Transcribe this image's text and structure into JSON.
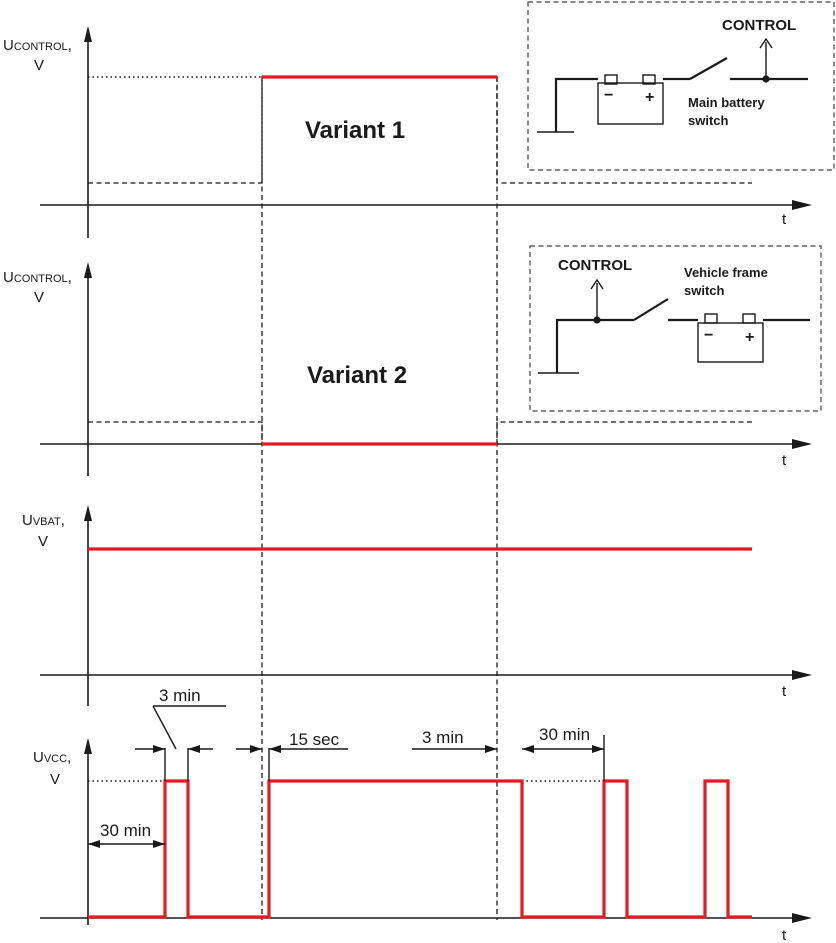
{
  "colors": {
    "signal": "#e11c24",
    "ink": "#1a1a1a",
    "background": "#ffffff"
  },
  "panels": [
    {
      "axis_label_main": "U",
      "axis_label_sub": "CONTROL",
      "axis_label_suffix": ",",
      "axis_label_line2": "V",
      "t_label": "t"
    },
    {
      "axis_label_main": "U",
      "axis_label_sub": "CONTROL",
      "axis_label_suffix": ",",
      "axis_label_line2": "V",
      "t_label": "t"
    },
    {
      "axis_label_main": "U",
      "axis_label_sub": "VBAT",
      "axis_label_suffix": ",",
      "axis_label_line2": "V",
      "t_label": "t"
    },
    {
      "axis_label_main": "U",
      "axis_label_sub": "VCC",
      "axis_label_suffix": ",",
      "axis_label_line2": "V",
      "t_label": "t"
    }
  ],
  "variants": {
    "v1": "Variant 1",
    "v2": "Variant 2"
  },
  "box1": {
    "control_label": "CONTROL",
    "switch_label_line1": "Main battery",
    "switch_label_line2": "switch",
    "minus": "−",
    "plus": "+"
  },
  "box2": {
    "control_label": "CONTROL",
    "switch_label_line1": "Vehicle frame",
    "switch_label_line2": "switch",
    "minus": "−",
    "plus": "+"
  },
  "dimensions": {
    "d_3min_top": "3 min",
    "d_15sec": "15 sec",
    "d_3min_mid": "3 min",
    "d_30min_right": "30 min",
    "d_30min_left": "30 min"
  },
  "icons": {
    "axis_arrow": "arrow-head-icon",
    "battery": "battery-icon",
    "ground": "ground-icon",
    "switch": "switch-icon"
  }
}
